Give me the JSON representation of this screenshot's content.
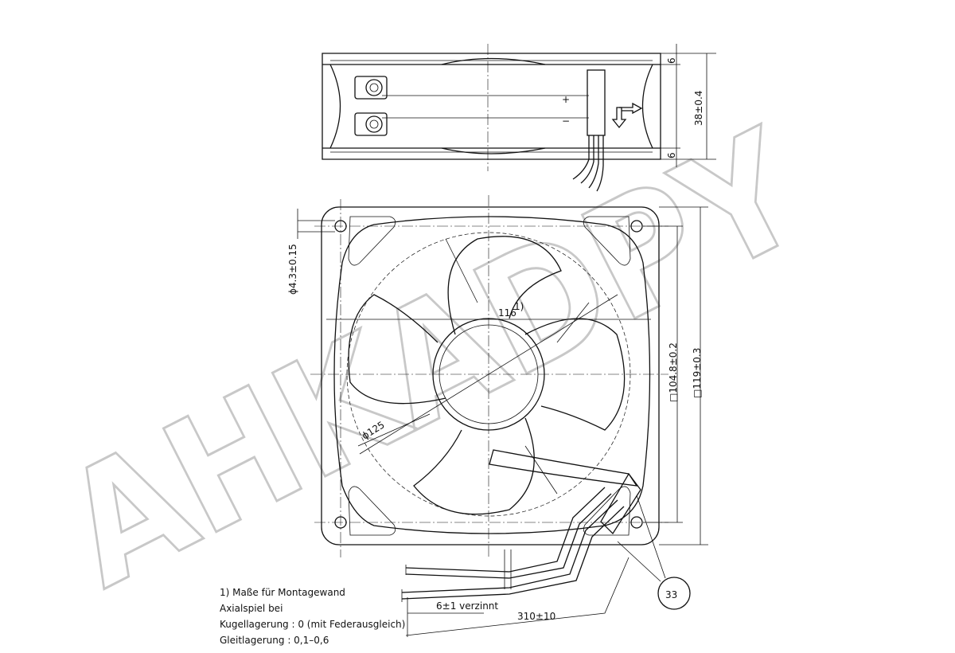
{
  "watermark": "AHKADPY",
  "dimensions": {
    "height": "38±0.4",
    "rim_top": "6",
    "rim_bottom": "6",
    "hole": "ϕ4.3±0.15",
    "mount_wall": "116",
    "mount_wall_sup": "1)",
    "diameter": "ϕ125",
    "hole_pitch": "□104.8±0.2",
    "frame": "□119±0.3",
    "strip": "6±1 verzinnt",
    "lead_length": "310±10"
  },
  "polarity": {
    "plus": "+",
    "minus": "−"
  },
  "item_number": "33",
  "notes": [
    "1) Maße für Montagewand",
    "Axialspiel bei",
    "Kugellagerung : 0 (mit Federausgleich)",
    "Gleitlagerung : 0,1–0,6"
  ]
}
